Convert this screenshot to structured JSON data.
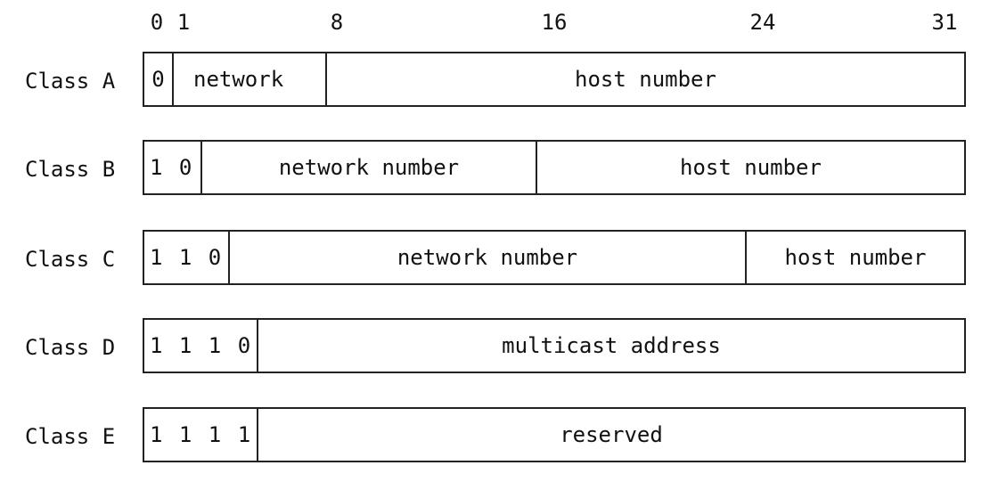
{
  "bit_positions": [
    "0",
    "1",
    "8",
    "16",
    "24",
    "31"
  ],
  "classes": [
    {
      "name": "Class A",
      "fields": [
        {
          "text": "0"
        },
        {
          "text": "network"
        },
        {
          "text": "host number"
        }
      ]
    },
    {
      "name": "Class B",
      "fields": [
        {
          "text": "1 0"
        },
        {
          "text": "network number"
        },
        {
          "text": "host number"
        }
      ]
    },
    {
      "name": "Class C",
      "fields": [
        {
          "text": "1 1 0"
        },
        {
          "text": "network number"
        },
        {
          "text": "host number"
        }
      ]
    },
    {
      "name": "Class D",
      "fields": [
        {
          "text": "1 1 1 0"
        },
        {
          "text": "multicast address"
        }
      ]
    },
    {
      "name": "Class E",
      "fields": [
        {
          "text": "1 1 1 1"
        },
        {
          "text": "reserved"
        }
      ]
    }
  ]
}
